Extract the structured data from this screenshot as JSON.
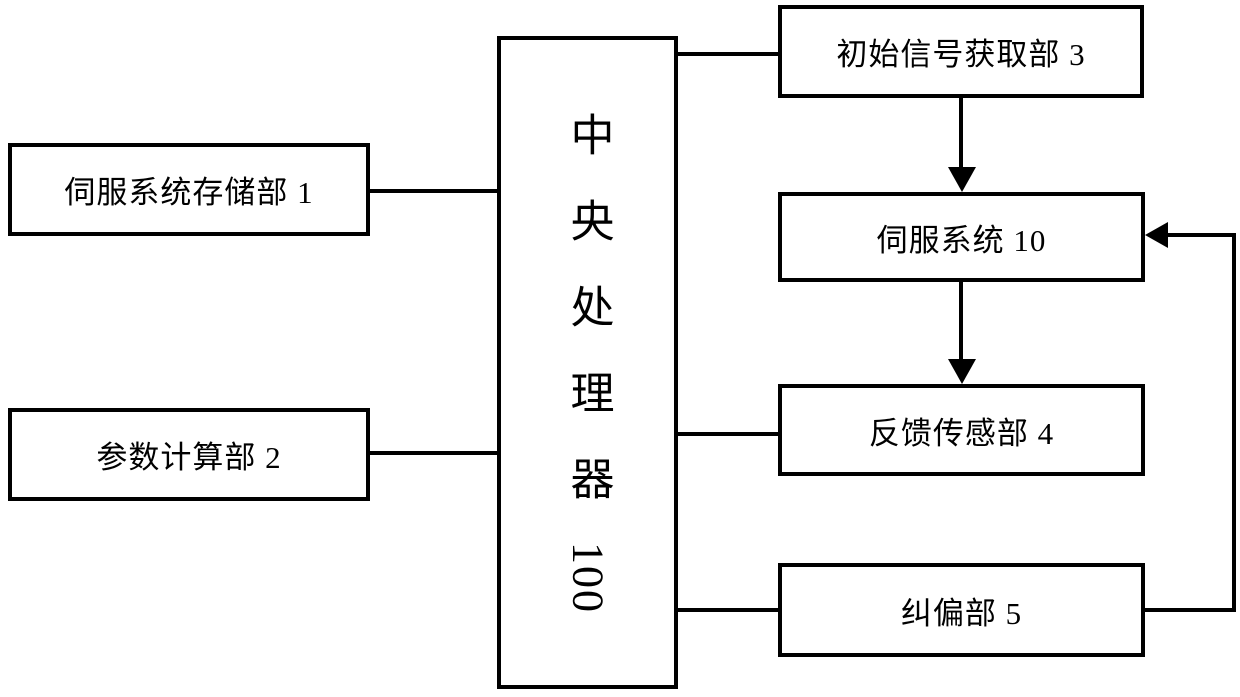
{
  "diagram": {
    "type": "block-diagram",
    "background_color": "#ffffff",
    "line_color": "#000000",
    "nodes": [
      {
        "id": "servo-storage",
        "label": "伺服系统存储部 1"
      },
      {
        "id": "param-calc",
        "label": "参数计算部 2"
      },
      {
        "id": "central-processor",
        "label": "中央处理器100",
        "label_text": "中央处理器",
        "label_number": "100",
        "orientation": "vertical"
      },
      {
        "id": "initial-signal",
        "label": "初始信号获取部 3"
      },
      {
        "id": "servo-system",
        "label": "伺服系统 10"
      },
      {
        "id": "feedback-sensor",
        "label": "反馈传感部 4"
      },
      {
        "id": "correction",
        "label": "纠偏部 5"
      }
    ],
    "edges": [
      {
        "from": "伺服系统存储部 1",
        "to": "中央处理器100",
        "style": "plain"
      },
      {
        "from": "参数计算部 2",
        "to": "中央处理器100",
        "style": "plain"
      },
      {
        "from": "中央处理器100",
        "to": "初始信号获取部 3",
        "style": "plain"
      },
      {
        "from": "初始信号获取部 3",
        "to": "伺服系统 10",
        "style": "arrow"
      },
      {
        "from": "伺服系统 10",
        "to": "反馈传感部 4",
        "style": "arrow"
      },
      {
        "from": "中央处理器100",
        "to": "反馈传感部 4",
        "style": "plain"
      },
      {
        "from": "中央处理器100",
        "to": "纠偏部 5",
        "style": "plain"
      },
      {
        "from": "纠偏部 5",
        "to": "伺服系统 10",
        "style": "arrow"
      }
    ]
  }
}
